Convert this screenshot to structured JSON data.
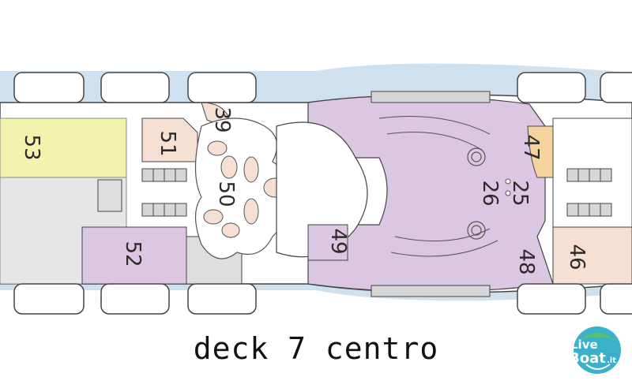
{
  "title": "deck 7 centro",
  "areas": [
    {
      "id": "53",
      "label": "53"
    },
    {
      "id": "51",
      "label": "51"
    },
    {
      "id": "39",
      "label": "39"
    },
    {
      "id": "50",
      "label": "50"
    },
    {
      "id": "52",
      "label": "52"
    },
    {
      "id": "49",
      "label": "49"
    },
    {
      "id": "26",
      "label": "26"
    },
    {
      "id": "25",
      "label": "25"
    },
    {
      "id": "47",
      "label": "47"
    },
    {
      "id": "48",
      "label": "48"
    },
    {
      "id": "46",
      "label": "46"
    }
  ],
  "watermark": {
    "line1": "Live",
    "line2": "Boat",
    "suffix": ".it"
  },
  "colors": {
    "sea": "#cfe0ef",
    "purple": "#dcc7e2",
    "yellow": "#f3f3b0",
    "peach": "#f6e0d3",
    "gray": "#e6e6e6",
    "orange": "#f4d49c",
    "outline": "#444444"
  }
}
